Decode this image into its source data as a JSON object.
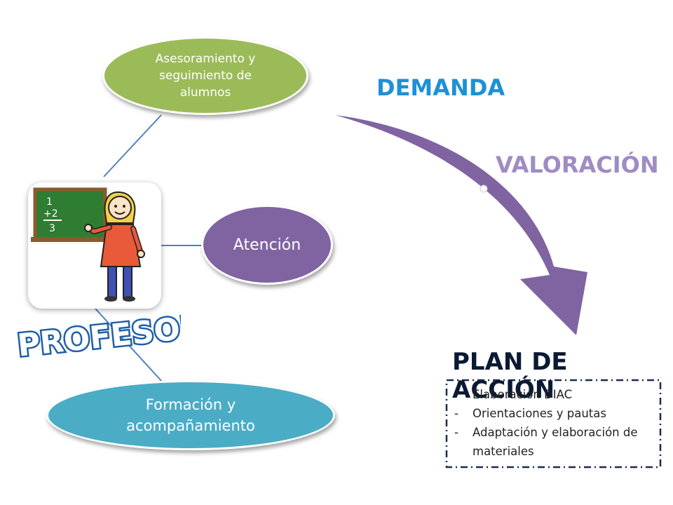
{
  "nodes": {
    "asesoramiento": "Asesoramiento y seguimiento de alumnos",
    "atencion": "Atención",
    "formacion": "Formación y acompañamiento"
  },
  "labels": {
    "demanda": "DEMANDA",
    "valoracion": "VALORACIÓN",
    "plan_title": "PLAN DE ACCIÓN",
    "profesor": "PROFESOR"
  },
  "plan_items": [
    "Elaboración DIAC",
    "Orientaciones y pautas",
    "Adaptación y elaboración de materiales"
  ],
  "pictogram": {
    "blackboard_lines": [
      "1",
      "+2",
      "3"
    ]
  },
  "colors": {
    "green": "#9bbb59",
    "purple": "#8064a2",
    "blue": "#4bacc6",
    "demanda": "#1e90d6",
    "valoracion": "#a08cc4",
    "connector": "#4f81bd"
  }
}
